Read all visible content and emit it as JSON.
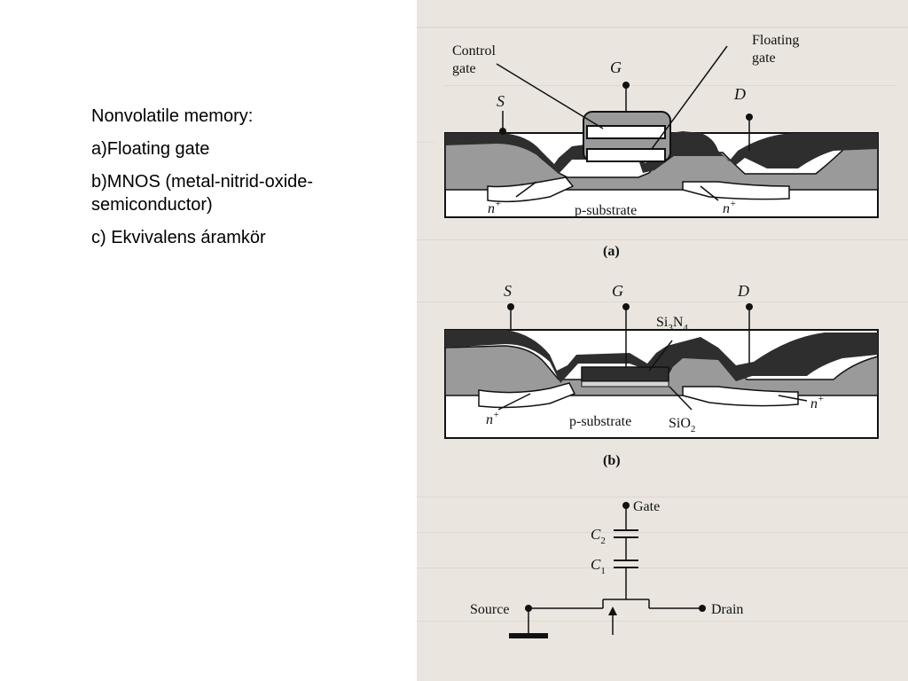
{
  "slide": {
    "bullets": [
      "Nonvolatile memory:",
      "a)Floating gate",
      "b)MNOS (metal-nitrid-oxide-semiconductor)",
      "c) Ekvivalens áramkör"
    ]
  },
  "figure": {
    "a": {
      "caption": "(a)",
      "control_gate": [
        "Control",
        "gate"
      ],
      "floating_gate": [
        "Floating",
        "gate"
      ],
      "source": "S",
      "gate": "G",
      "drain": "D",
      "n_left": "n",
      "n_right": "n",
      "plus": "+",
      "substrate": "p-substrate"
    },
    "b": {
      "caption": "(b)",
      "source": "S",
      "gate": "G",
      "drain": "D",
      "nitride": "Si",
      "nitride_sub1": "3",
      "nitride_mid": "N",
      "nitride_sub2": "4",
      "n_left": "n",
      "n_right": "n",
      "plus": "+",
      "substrate": "p-substrate",
      "oxide": "SiO",
      "oxide_sub": "2"
    },
    "c": {
      "gate": "Gate",
      "c2": "C",
      "c2_sub": "2",
      "c1": "C",
      "c1_sub": "1",
      "source": "Source",
      "drain": "Drain"
    }
  },
  "colors": {
    "page_bg": "#eae6df",
    "dark_layer": "#2e2e2e",
    "grey_fill": "#9a9a9a",
    "light_fill": "#d6d6d6"
  }
}
